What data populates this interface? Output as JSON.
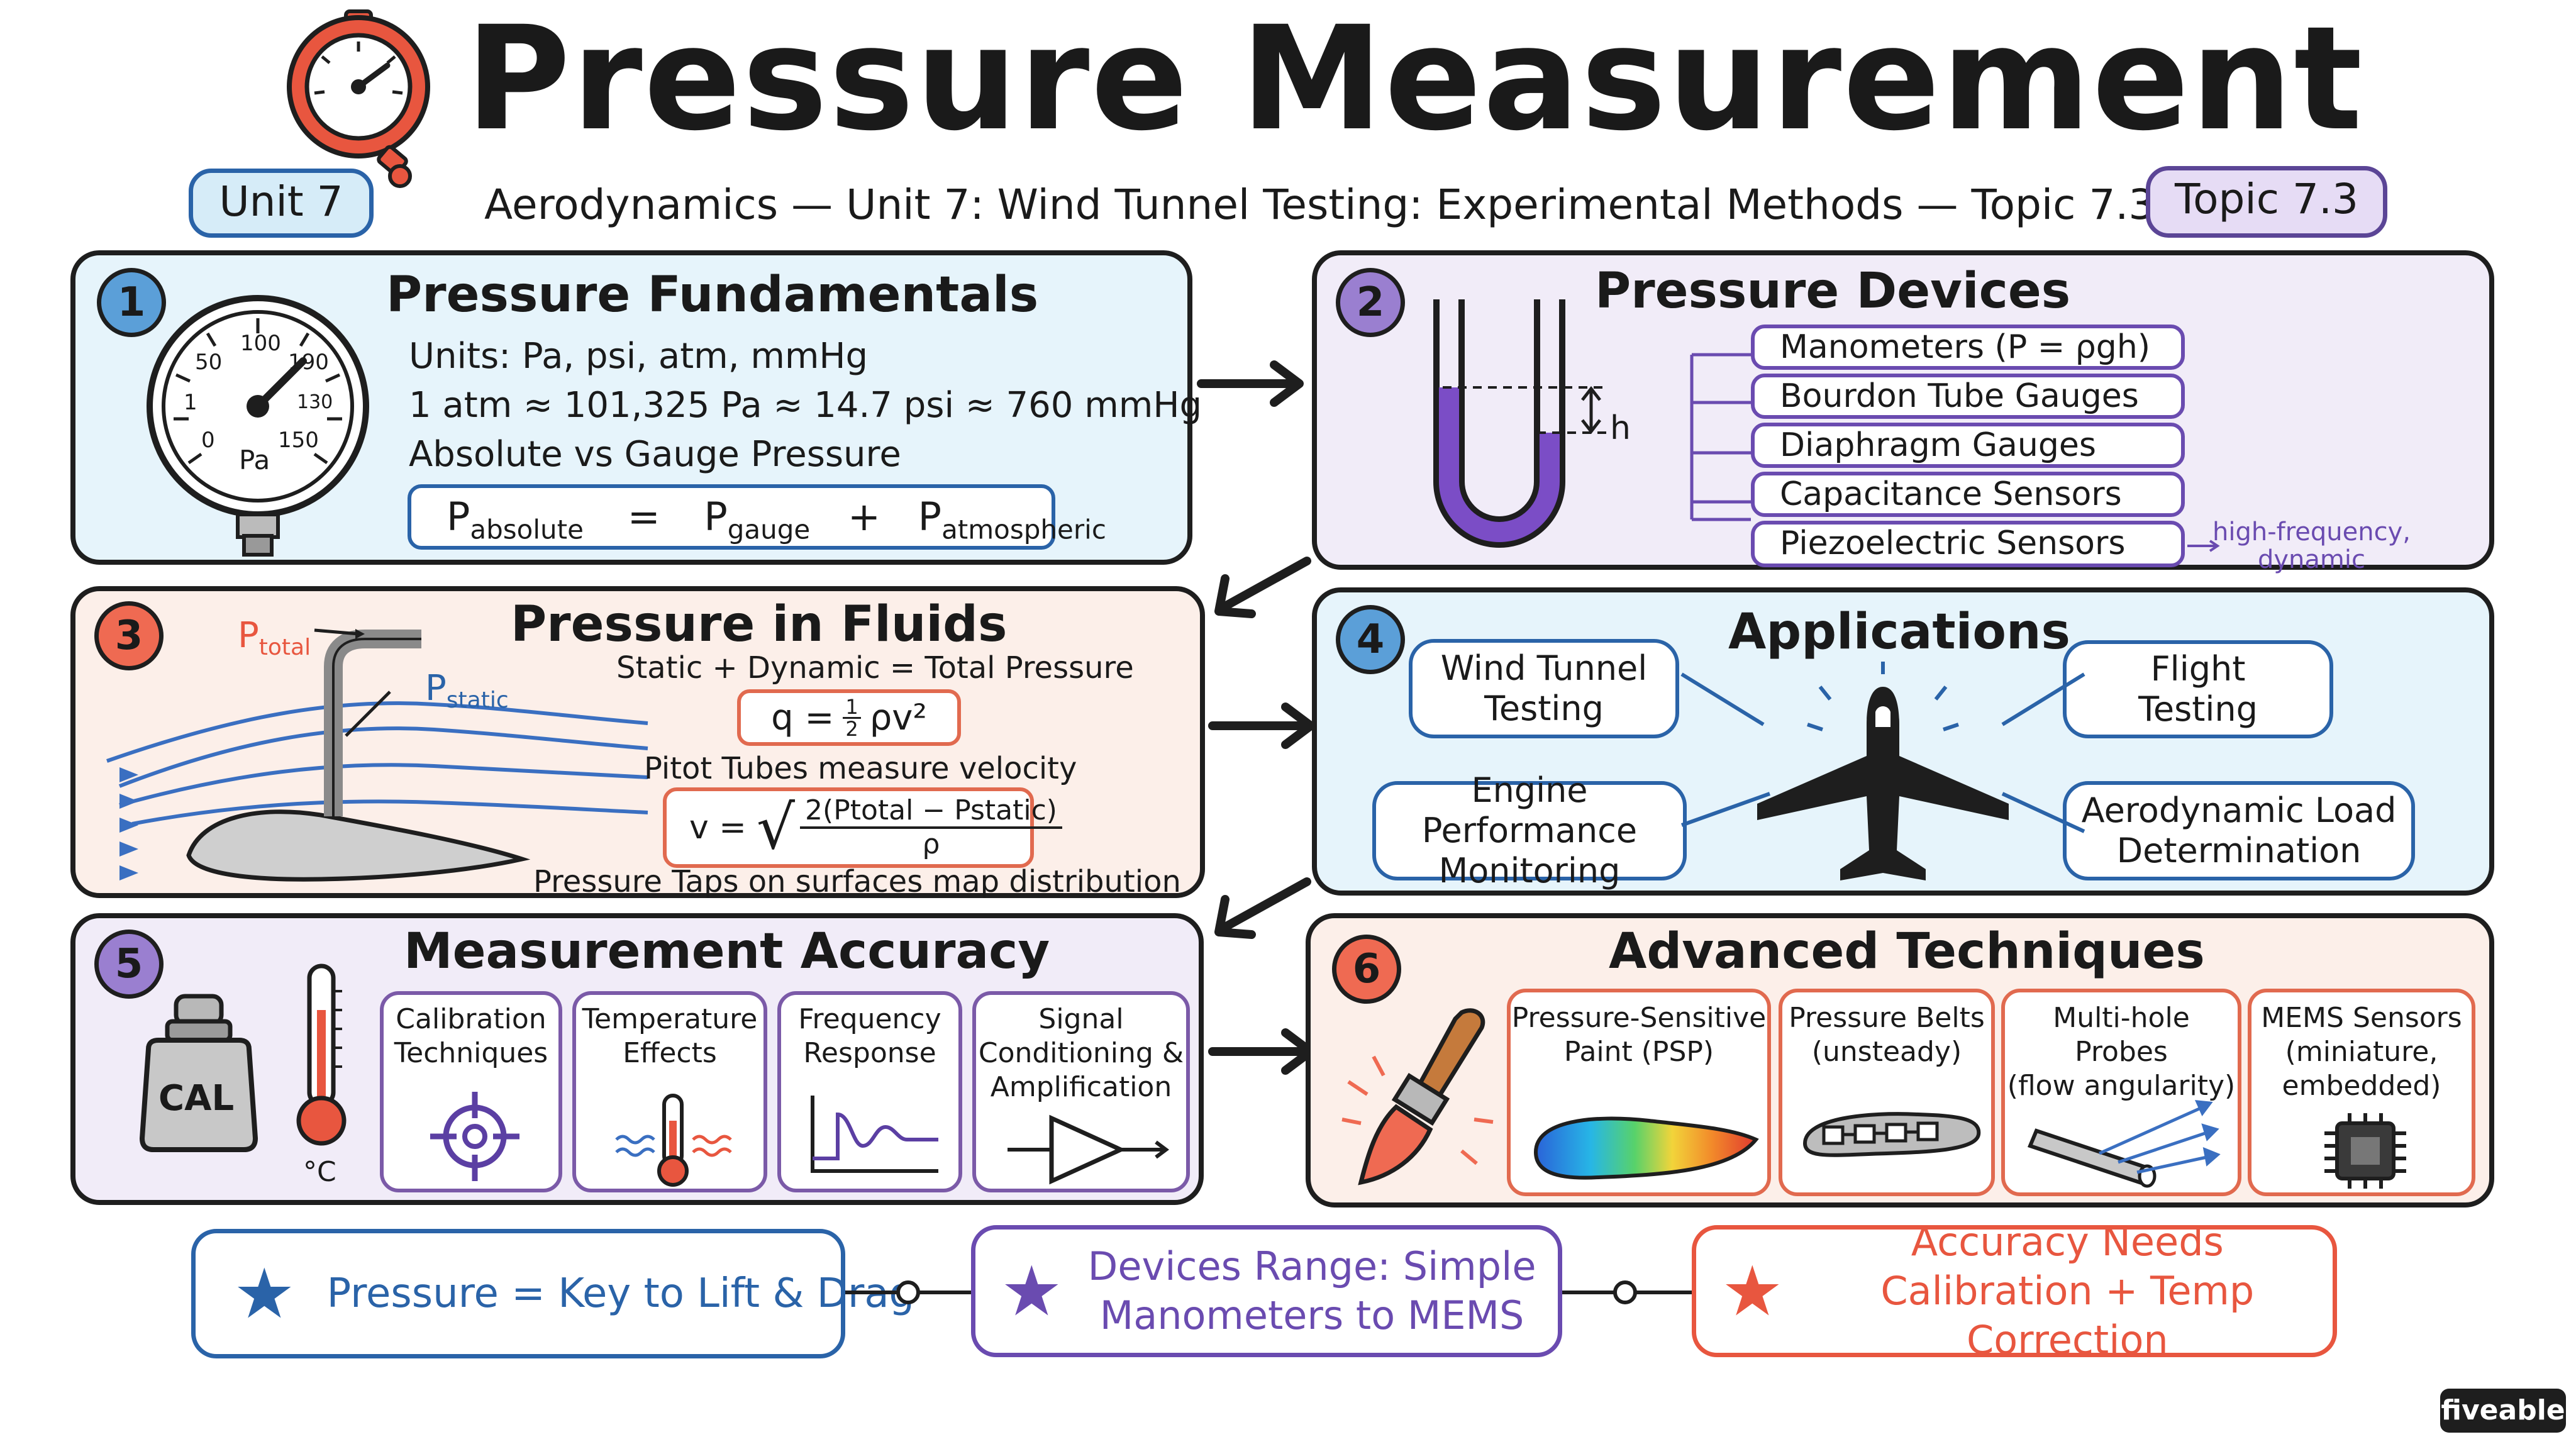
{
  "header": {
    "title": "Pressure Measurement",
    "subtitle": "Aerodynamics — Unit 7: Wind Tunnel Testing: Experimental Methods — Topic 7.3",
    "unit_badge": "Unit 7",
    "topic_badge": "Topic 7.3"
  },
  "colors": {
    "blue_panel": "#e6f4fb",
    "purple_panel": "#f1ecf8",
    "peach_panel": "#fcefe9",
    "blue_accent": "#2a63a8",
    "purple_accent": "#6a4bb0",
    "red_accent": "#e8563f"
  },
  "panels": {
    "p1": {
      "number": "1",
      "title": "Pressure Fundamentals",
      "units": "Units: Pa, psi, atm, mmHg",
      "conversion": "1 atm ≈ 101,325 Pa ≈ 14.7 psi ≈ 760 mmHg",
      "abs_vs_gauge": "Absolute vs Gauge Pressure",
      "formula": {
        "p1": "P",
        "s1": "absolute",
        "eq": "=",
        "p2": "P",
        "s2": "gauge",
        "plus": "+",
        "p3": "P",
        "s3": "atmospheric"
      },
      "gauge": {
        "t50": "50",
        "t100": "100",
        "t190": "190",
        "t130": "130",
        "t150": "150",
        "t0": "0",
        "unit": "Pa",
        "t1": "1"
      }
    },
    "p2": {
      "number": "2",
      "title": "Pressure Devices",
      "h_label": "h",
      "devices": [
        "Manometers    (P = ρgh)",
        "Bourdon Tube Gauges",
        "Diaphragm Gauges",
        "Capacitance Sensors",
        "Piezoelectric Sensors"
      ],
      "note_line1": "high-frequency,",
      "note_line2": "dynamic"
    },
    "p3": {
      "number": "3",
      "title": "Pressure in Fluids",
      "p_total": "P",
      "p_total_sub": "total",
      "p_static": "P",
      "p_static_sub": "static",
      "sum_line": "Static + Dynamic = Total Pressure",
      "q_lhs": "q =",
      "q_num": "1",
      "q_den": "2",
      "q_rhs": "ρv²",
      "pitot": "Pitot Tubes measure velocity",
      "v_lhs": "v =",
      "v_num": "2(Ptotal − Pstatic)",
      "v_den": "ρ",
      "taps": "Pressure Taps on surfaces map distribution"
    },
    "p4": {
      "number": "4",
      "title": "Applications",
      "wind_tunnel": "Wind Tunnel\nTesting",
      "flight": "Flight\nTesting",
      "engine": "Engine Performance\nMonitoring",
      "aero_load": "Aerodynamic Load\nDetermination"
    },
    "p5": {
      "number": "5",
      "title": "Measurement Accuracy",
      "cal": "CAL",
      "celsius": "°C",
      "cards": [
        "Calibration\nTechniques",
        "Temperature\nEffects",
        "Frequency\nResponse",
        "Signal\nConditioning &\nAmplification"
      ]
    },
    "p6": {
      "number": "6",
      "title": "Advanced Techniques",
      "cards": [
        "Pressure-Sensitive\nPaint (PSP)",
        "Pressure Belts\n(unsteady)",
        "Multi-hole Probes\n(flow angularity)",
        "MEMS Sensors\n(miniature,\nembedded)"
      ]
    }
  },
  "takeaways": [
    "Pressure = Key to Lift & Drag",
    "Devices Range: Simple\nManometers to MEMS",
    "Accuracy Needs\nCalibration + Temp Correction"
  ],
  "brand": "fiveable"
}
